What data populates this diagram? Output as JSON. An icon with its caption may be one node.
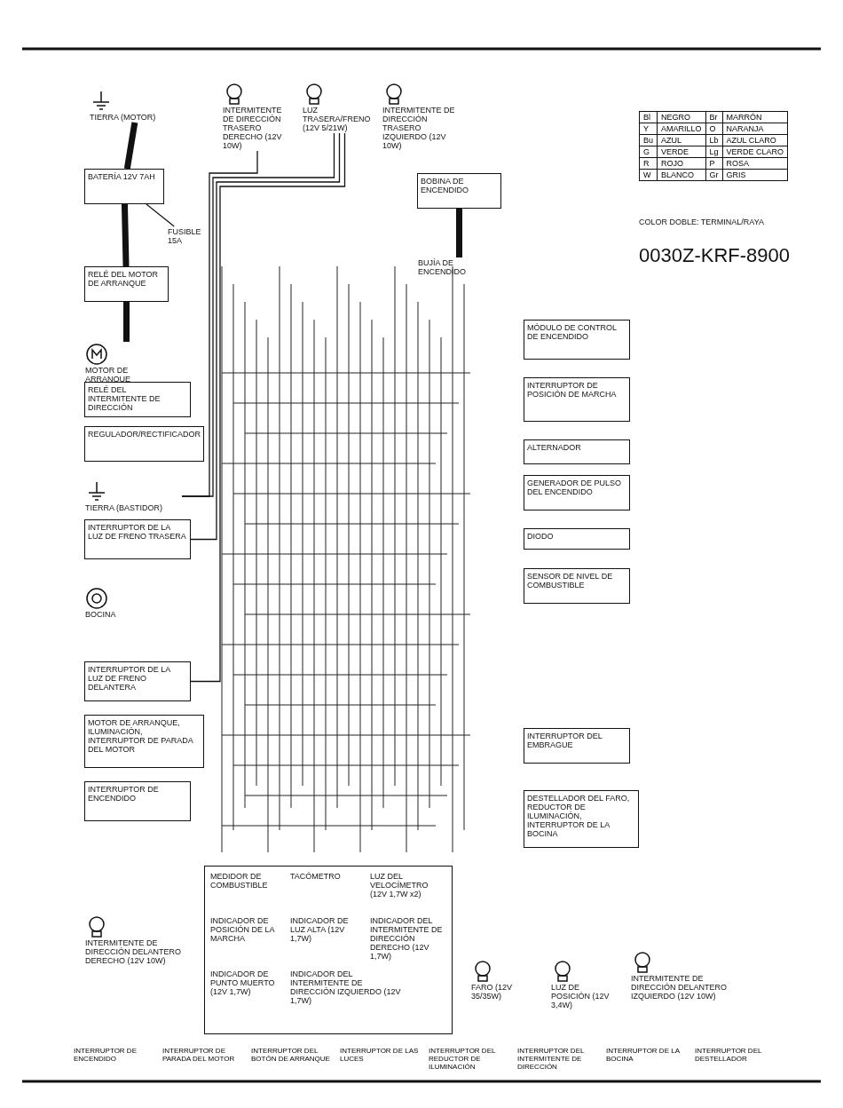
{
  "diagram": {
    "nodes": [
      {
        "text": [
          "TIERRA (MOTOR)"
        ]
      },
      {
        "text": [
          "BATERÍA 12V 7AH"
        ]
      },
      {
        "text": [
          "FUSIBLE 15A"
        ]
      },
      {
        "text": [
          "RELÉ DEL MOTOR DE ARRANQUE"
        ]
      },
      {
        "text": [
          "MOTOR DE ARRANQUE"
        ]
      },
      {
        "text": [
          "INTERMITENTE DE DIRECCIÓN TRASERO DERECHO (12V 10W)"
        ]
      },
      {
        "text": [
          "LUZ TRASERA/FRENO (12V 5/21W)"
        ]
      },
      {
        "text": [
          "INTERMITENTE DE DIRECCIÓN TRASERO IZQUIERDO (12V 10W)"
        ]
      },
      {
        "text": [
          "BOBINA DE ENCENDIDO"
        ]
      },
      {
        "text": [
          "BUJÍA DE ENCENDIDO"
        ]
      },
      {
        "text": [
          "RELÉ DEL INTERMITENTE DE DIRECCIÓN"
        ]
      },
      {
        "text": [
          "REGULADOR/RECTIFICADOR"
        ]
      },
      {
        "text": [
          "TIERRA (BASTIDOR)"
        ]
      },
      {
        "text": [
          "INTERRUPTOR DE LA LUZ DE FRENO TRASERA"
        ]
      },
      {
        "text": [
          "BOCINA"
        ]
      },
      {
        "text": [
          "INTERRUPTOR DE LA LUZ DE FRENO DELANTERA"
        ]
      },
      {
        "text": [
          "MOTOR DE ARRANQUE, ILUMINACIÓN, INTERRUPTOR DE PARADA DEL MOTOR"
        ]
      },
      {
        "text": [
          "INTERRUPTOR DE ENCENDIDO"
        ]
      },
      {
        "text": [
          "MÓDULO DE CONTROL DE ENCENDIDO"
        ]
      },
      {
        "text": [
          "INTERRUPTOR DE POSICIÓN DE MARCHA"
        ]
      },
      {
        "text": [
          "ALTERNADOR"
        ]
      },
      {
        "text": [
          "GENERADOR DE PULSO DEL ENCENDIDO"
        ]
      },
      {
        "text": [
          "DIODO"
        ]
      },
      {
        "text": [
          "SENSOR DE NIVEL DE COMBUSTIBLE"
        ]
      },
      {
        "text": [
          "INTERRUPTOR DEL EMBRAGUE"
        ]
      },
      {
        "text": [
          "DESTELLADOR DEL FARO, REDUCTOR DE ILUMINACIÓN, INTERRUPTOR DE LA BOCINA"
        ]
      },
      {
        "text": [
          "INTERMITENTE DE DIRECCIÓN DELANTERO DERECHO (12V 10W)"
        ]
      },
      {
        "text": [],
        "shape": "box"
      },
      {
        "text": [
          "MEDIDOR DE COMBUSTIBLE"
        ],
        "in": 27
      },
      {
        "text": [
          "TACÓMETRO"
        ],
        "in": 27
      },
      {
        "text": [
          "LUZ DEL VELOCÍMETRO (12V 1,7W x2)"
        ],
        "in": 27
      },
      {
        "text": [
          "INDICADOR DE POSICIÓN DE LA MARCHA"
        ],
        "in": 27
      },
      {
        "text": [
          "INDICADOR DE LUZ ALTA (12V 1,7W)"
        ],
        "in": 27
      },
      {
        "text": [
          "INDICADOR DEL INTERMITENTE DE DIRECCIÓN DERECHO (12V 1,7W)"
        ],
        "in": 27
      },
      {
        "text": [
          "INDICADOR DE PUNTO MUERTO (12V 1,7W)"
        ],
        "in": 27
      },
      {
        "text": [
          "INDICADOR DEL INTERMITENTE DE DIRECCIÓN IZQUIERDO (12V 1,7W)"
        ],
        "in": 27
      },
      {
        "text": [
          "FARO (12V 35/35W)"
        ]
      },
      {
        "text": [
          "LUZ DE POSICIÓN (12V 3,4W)"
        ]
      },
      {
        "text": [
          "INTERMITENTE DE DIRECCIÓN DELANTERO IZQUIERDO (12V 10W)"
        ]
      }
    ],
    "edges": [
      {
        "from": 0,
        "to": 1,
        "arrow": "none",
        "style": "thick"
      },
      {
        "from": 1,
        "to": 3,
        "arrow": "none",
        "style": "thick"
      },
      {
        "from": 3,
        "to": 4,
        "arrow": "none",
        "style": "thick"
      },
      {
        "from": 1,
        "to": 2,
        "arrow": "none"
      },
      {
        "from": 8,
        "to": 9,
        "arrow": "none",
        "style": "thick"
      },
      {
        "from": 12,
        "to": 5,
        "arrow": "none"
      },
      {
        "from": 12,
        "to": 6,
        "arrow": "none"
      },
      {
        "from": 13,
        "to": 6,
        "arrow": "none"
      },
      {
        "from": 15,
        "to": 6,
        "arrow": "none"
      }
    ],
    "labels": [
      "Bl",
      "NEGRO",
      "Br",
      "MARRÓN",
      "Y",
      "AMARILLO",
      "O",
      "NARANJA",
      "Bu",
      "AZUL",
      "Lb",
      "AZUL CLARO",
      "G",
      "VERDE",
      "Lg",
      "VERDE CLARO",
      "R",
      "ROJO",
      "P",
      "ROSA",
      "W",
      "BLANCO",
      "Gr",
      "GRIS",
      "COLOR DOBLE: TERMINAL/RAYA",
      "0030Z-KRF-8900",
      "INTERRUPTOR DE ENCENDIDO",
      "INTERRUPTOR DE PARADA DEL MOTOR",
      "INTERRUPTOR DEL BOTÓN DE ARRANQUE",
      "INTERRUPTOR DE LAS LUCES",
      "INTERRUPTOR DEL REDUCTOR DE ILUMINACIÓN",
      "INTERRUPTOR DEL INTERMITENTE DE DIRECCIÓN",
      "INTERRUPTOR DE LA BOCINA",
      "INTERRUPTOR DEL DESTELLADOR"
    ]
  }
}
